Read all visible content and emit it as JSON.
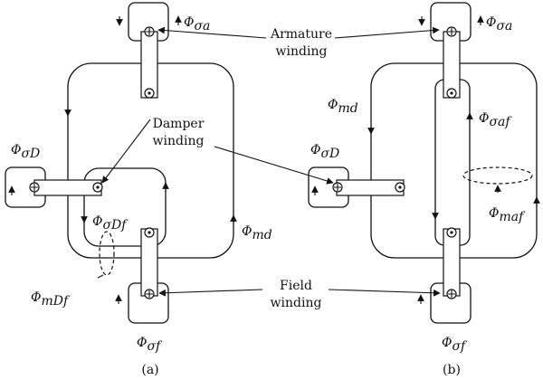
{
  "panels": [
    {
      "caption": "(a)"
    },
    {
      "caption": "(b)"
    }
  ],
  "windings": {
    "armature": [
      "Armature",
      "winding"
    ],
    "damper": [
      "Damper",
      "winding"
    ],
    "field": [
      "Field",
      "winding"
    ]
  },
  "flux": {
    "sigma_a": {
      "main": "Φ",
      "sub": "σa"
    },
    "sigma_D": {
      "main": "Φ",
      "sub": "σD"
    },
    "sigma_Df": {
      "main": "Φ",
      "sub": "σDf"
    },
    "md": {
      "main": "Φ",
      "sub": "md"
    },
    "mDf": {
      "main": "Φ",
      "sub": "mDf"
    },
    "sigma_f": {
      "main": "Φ",
      "sub": "σf"
    },
    "sigma_af": {
      "main": "Φ",
      "sub": "σaf"
    },
    "maf": {
      "main": "Φ",
      "sub": "maf"
    }
  }
}
